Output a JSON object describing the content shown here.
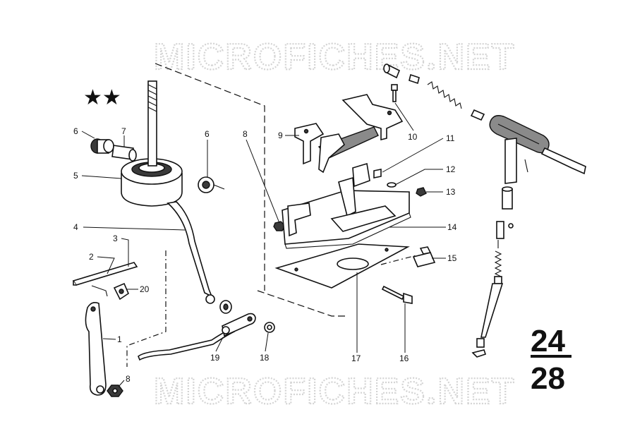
{
  "watermark": {
    "text": "MICROFICHES.NET"
  },
  "marker": {
    "stars": "★★"
  },
  "page_number": {
    "top": "24",
    "bottom": "28"
  },
  "callouts": {
    "c1": "1",
    "c2": "2",
    "c3": "3",
    "c4": "4",
    "c5": "5",
    "c6a": "6",
    "c6b": "6",
    "c7": "7",
    "c8a": "8",
    "c8b": "8",
    "c9": "9",
    "c10": "10",
    "c11": "11",
    "c12": "12",
    "c13": "13",
    "c14": "14",
    "c15": "15",
    "c16": "16",
    "c17": "17",
    "c18": "18",
    "c19": "19",
    "c20": "20"
  }
}
